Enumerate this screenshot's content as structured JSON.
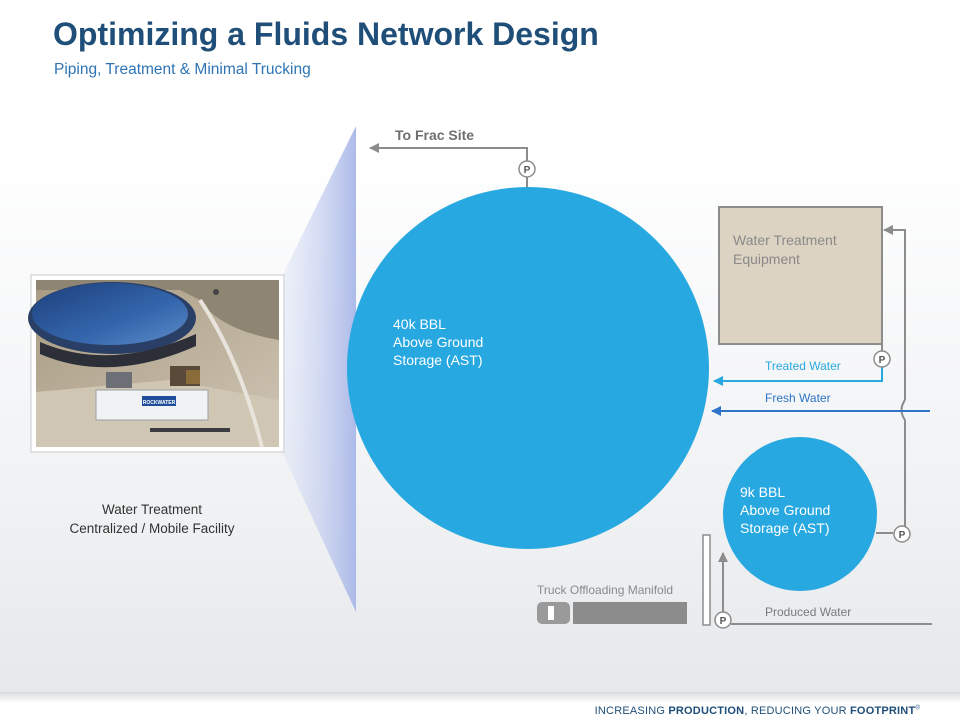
{
  "header": {
    "title": "Optimizing a Fluids Network Design",
    "subtitle": "Piping, Treatment & Minimal Trucking"
  },
  "photo": {
    "caption_line1": "Water Treatment",
    "caption_line2": "Centralized / Mobile Facility",
    "sign_text": "ROCKWATER"
  },
  "diagram": {
    "large_tank": {
      "line1": "40k BBL",
      "line2": "Above Ground",
      "line3": "Storage (AST)"
    },
    "small_tank": {
      "line1": "9k BBL",
      "line2": "Above Ground",
      "line3": "Storage (AST)"
    },
    "treatment_box": {
      "line1": "Water Treatment",
      "line2": "Equipment"
    },
    "labels": {
      "to_frac_site": "To Frac Site",
      "treated_water": "Treated Water",
      "fresh_water": "Fresh Water",
      "produced_water": "Produced Water",
      "truck_manifold": "Truck Offloading Manifold"
    },
    "pump_symbol": "P"
  },
  "colors": {
    "title": "#1f4e79",
    "subtitle": "#2e74b5",
    "tank_blue": "#27a8e0",
    "treatment_box": "#ddd3c3",
    "pipe_gray": "#8c8c8c",
    "water_blue": "#27a8e0"
  },
  "footer": {
    "tagline_part1": "INCREASING ",
    "tagline_part2": "PRODUCTION",
    "tagline_part3": ", REDUCING YOUR ",
    "tagline_part4": "FOOTPRINT",
    "tagline_mark": "®"
  }
}
